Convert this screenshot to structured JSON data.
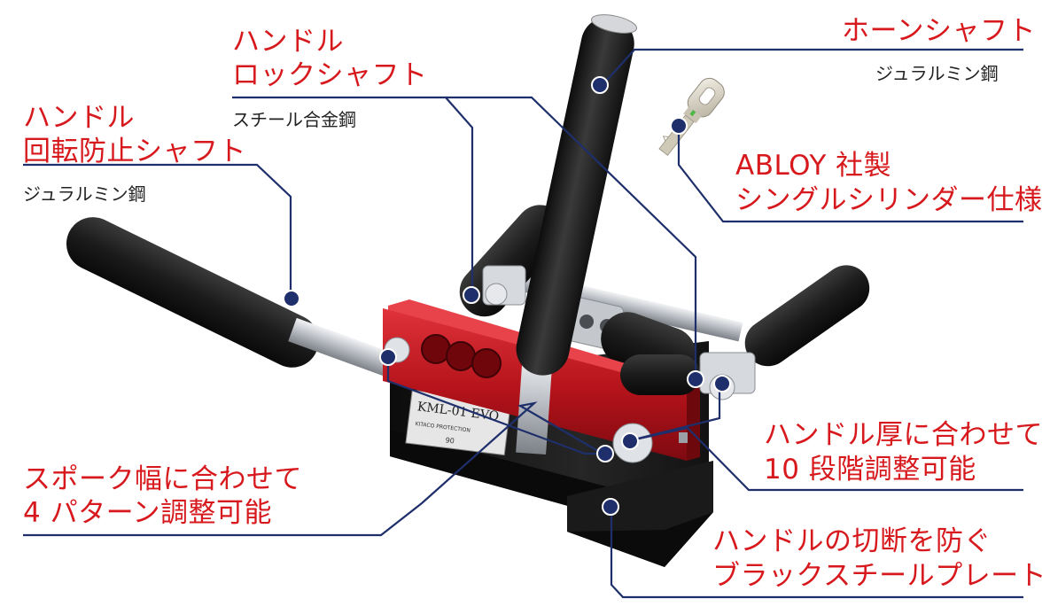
{
  "colors": {
    "accent_red": "#d7191d",
    "line_blue": "#1e2f6b",
    "foam_black": "#1c1c1c",
    "block_red": "#b3121a",
    "plate_black": "#161616",
    "steel": "#c9cdd2"
  },
  "labels": {
    "horn_shaft": {
      "title": "ホーンシャフト",
      "material": "ジュラルミン鋼"
    },
    "handle_lock_shaft": {
      "title_line1": "ハンドル",
      "title_line2": "ロックシャフト",
      "material": "スチール合金鋼"
    },
    "handle_rotation_stop_shaft": {
      "title_line1": "ハンドル",
      "title_line2": "回転防止シャフト",
      "material": "ジュラルミン鋼"
    },
    "abloy_cylinder": {
      "line1": "ABLOY 社製",
      "line2": "シングルシリンダー仕様"
    },
    "handle_thickness": {
      "line1": "ハンドル厚に合わせて",
      "line2": "10 段階調整可能"
    },
    "spoke_width": {
      "line1": "スポーク幅に合わせて",
      "line2": "4 パターン調整可能"
    },
    "black_plate": {
      "line1": "ハンドルの切断を防ぐ",
      "line2": "ブラックスチールプレート"
    }
  },
  "product": {
    "model_text": "KML-01 EVO",
    "plate_subtext": "KITACO PROTECTION",
    "plate_number": "90"
  }
}
